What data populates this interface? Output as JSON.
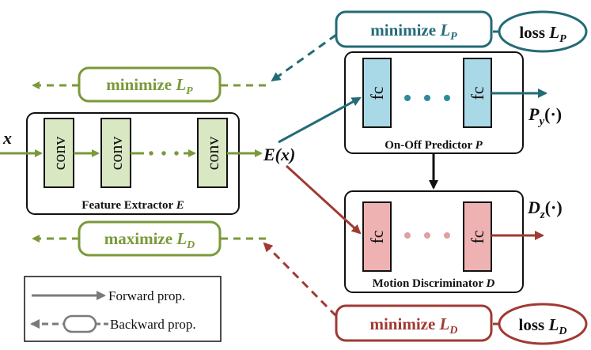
{
  "colors": {
    "green": "#7a9a3a",
    "teal": "#236b77",
    "red": "#a03a33",
    "black": "#111111",
    "gray": "#7a7a7a",
    "conv_fill": "#d9e8c2",
    "fc_blue_fill": "#a9d8e6",
    "fc_red_fill": "#efb2b2"
  },
  "input": {
    "label": "x"
  },
  "feature_extractor": {
    "caption_text": "Feature Extractor ",
    "caption_var": "E",
    "block_label": "conv",
    "ellipsis": "• • •"
  },
  "embedding": {
    "label": "E(x)"
  },
  "predictor": {
    "caption_text": "On-Off Predictor ",
    "caption_var": "P",
    "block_label": "fc",
    "output_main": "P",
    "output_sub": "y",
    "output_arg": "(·)"
  },
  "discriminator": {
    "caption_text": "Motion Discriminator ",
    "caption_var": "D",
    "block_label": "fc",
    "output_main": "D",
    "output_sub": "z",
    "output_arg": "(·)"
  },
  "objectives": {
    "minimize_lp_top": {
      "word": "minimize ",
      "var": "L",
      "sub": "P"
    },
    "minimize_lp_left": {
      "word": "minimize ",
      "var": "L",
      "sub": "P"
    },
    "maximize_ld_left": {
      "word": "maximize ",
      "var": "L",
      "sub": "D"
    },
    "minimize_ld_bottom": {
      "word": "minimize ",
      "var": "L",
      "sub": "D"
    },
    "loss_lp": {
      "word": "loss ",
      "var": "L",
      "sub": "P"
    },
    "loss_ld": {
      "word": "loss ",
      "var": "L",
      "sub": "D"
    }
  },
  "legend": {
    "forward": "Forward prop.",
    "backward": "Backward prop."
  }
}
